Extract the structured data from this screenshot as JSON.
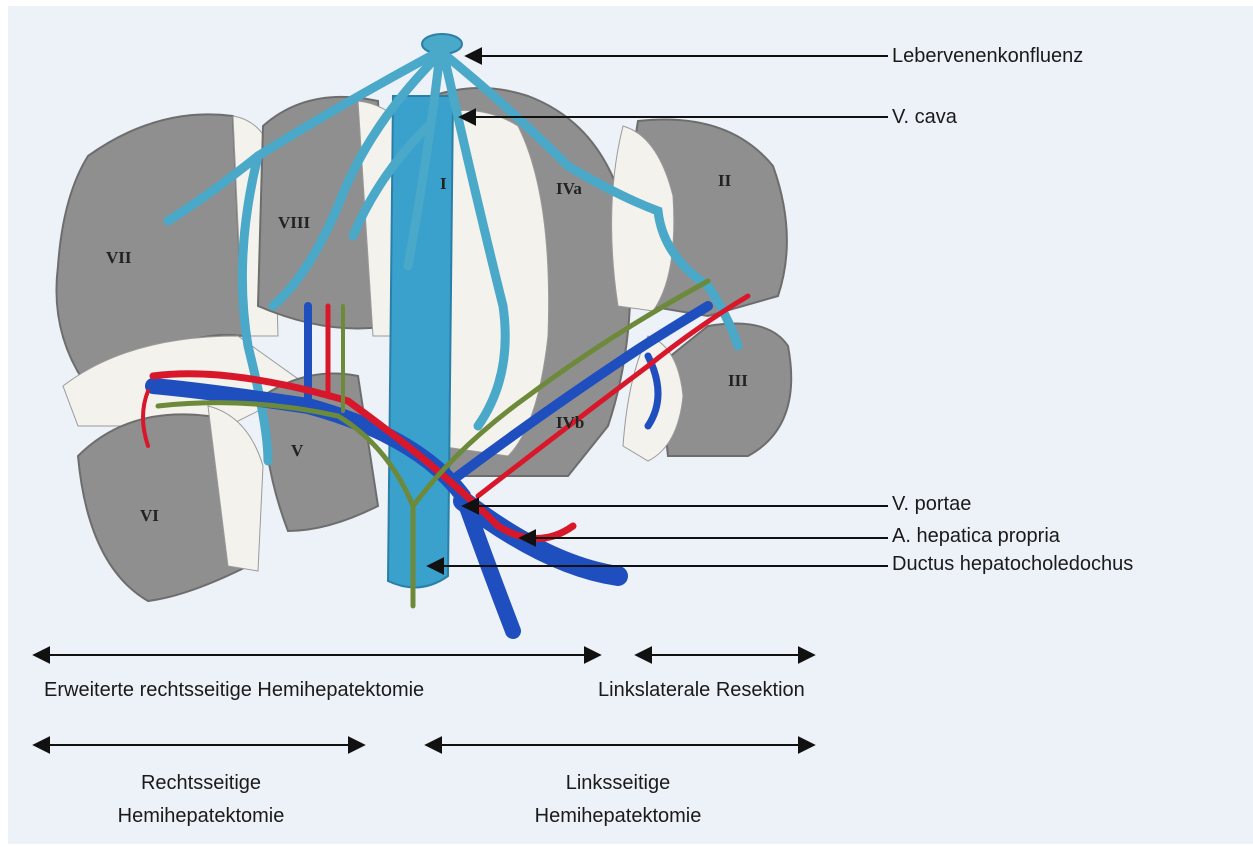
{
  "colors": {
    "background": "#edf1f8",
    "lobe_gray": "#8f8f8f",
    "cut_surface": "#f4f2ec",
    "hepatic_vein": "#4aa8c9",
    "vena_cava": "#3aa0cc",
    "portal_vein": "#1f4fbf",
    "artery": "#d8182a",
    "bile_duct": "#6d8a3a"
  },
  "segments": [
    "I",
    "II",
    "III",
    "IVa",
    "IVb",
    "V",
    "VI",
    "VII",
    "VIII"
  ],
  "structure_labels": [
    "Lebervenenkonfluenz",
    "V. cava",
    "V. portae",
    "A. hepatica propria",
    "Ductus hepatocholedochus"
  ],
  "resections": [
    "Erweiterte rechtsseitige Hemihepatektomie",
    "Linkslaterale Resektion",
    "Rechtsseitige\nHemihepatektomie",
    "Linksseitige\nHemihepatektomie"
  ]
}
